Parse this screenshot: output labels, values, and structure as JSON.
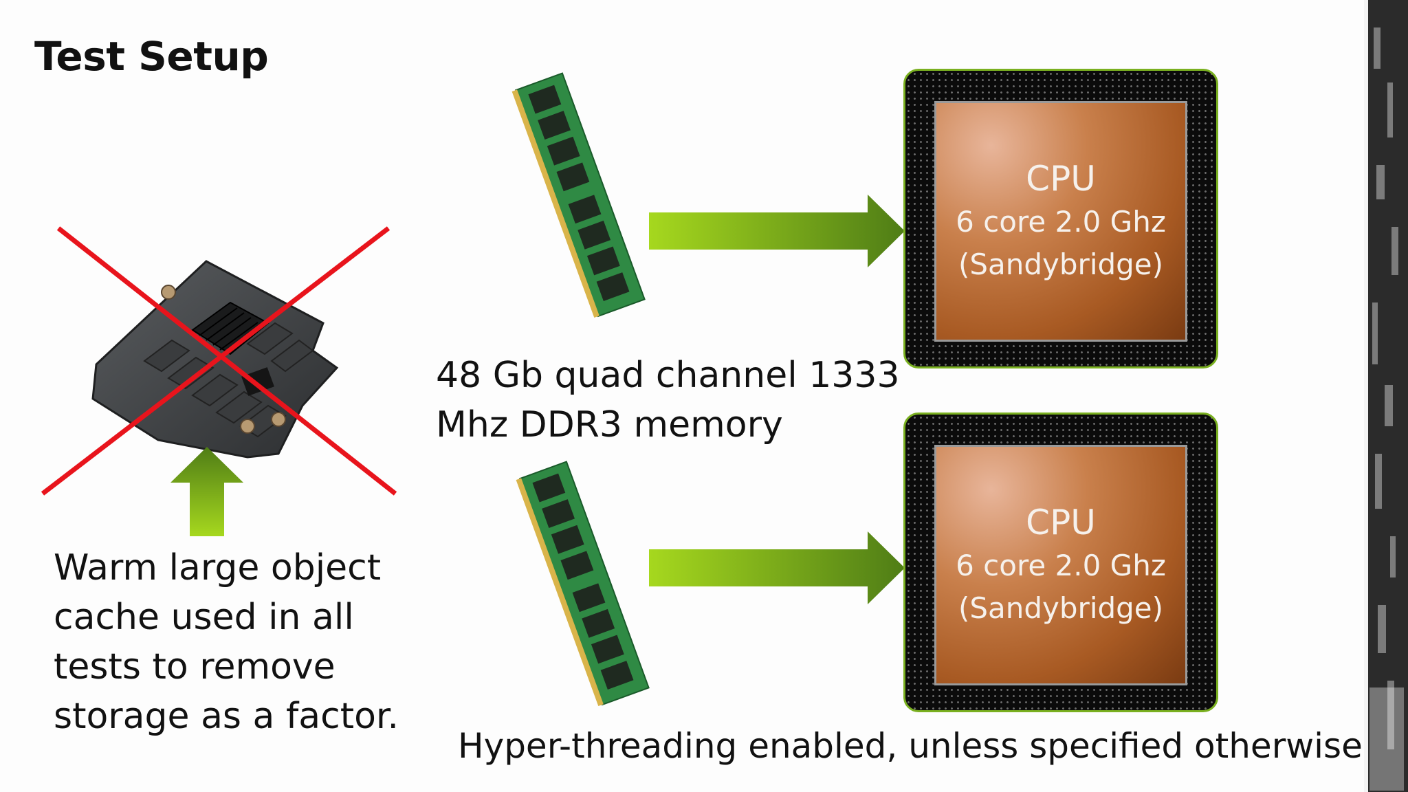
{
  "slide": {
    "title": "Test Setup",
    "memory_text_line1": "48 Gb quad channel 1333",
    "memory_text_line2": "Mhz DDR3 memory",
    "cache_text_lines": [
      "Warm large object",
      "cache used in all",
      "tests to remove",
      "storage as a factor."
    ],
    "hyperthreading_text": "Hyper-threading enabled, unless specified otherwise.",
    "cpus": [
      {
        "label": "CPU",
        "spec_line1": "6 core 2.0 Ghz",
        "spec_line2": "(Sandybridge)"
      },
      {
        "label": "CPU",
        "spec_line1": "6 core 2.0 Ghz",
        "spec_line2": "(Sandybridge)"
      }
    ]
  },
  "colors": {
    "arrow_green_light": "#a6d81e",
    "arrow_green_dark": "#4f7d16",
    "cross_red": "#e8141c",
    "chip_border": "#7ab020",
    "die_orange": "#b5652c"
  }
}
